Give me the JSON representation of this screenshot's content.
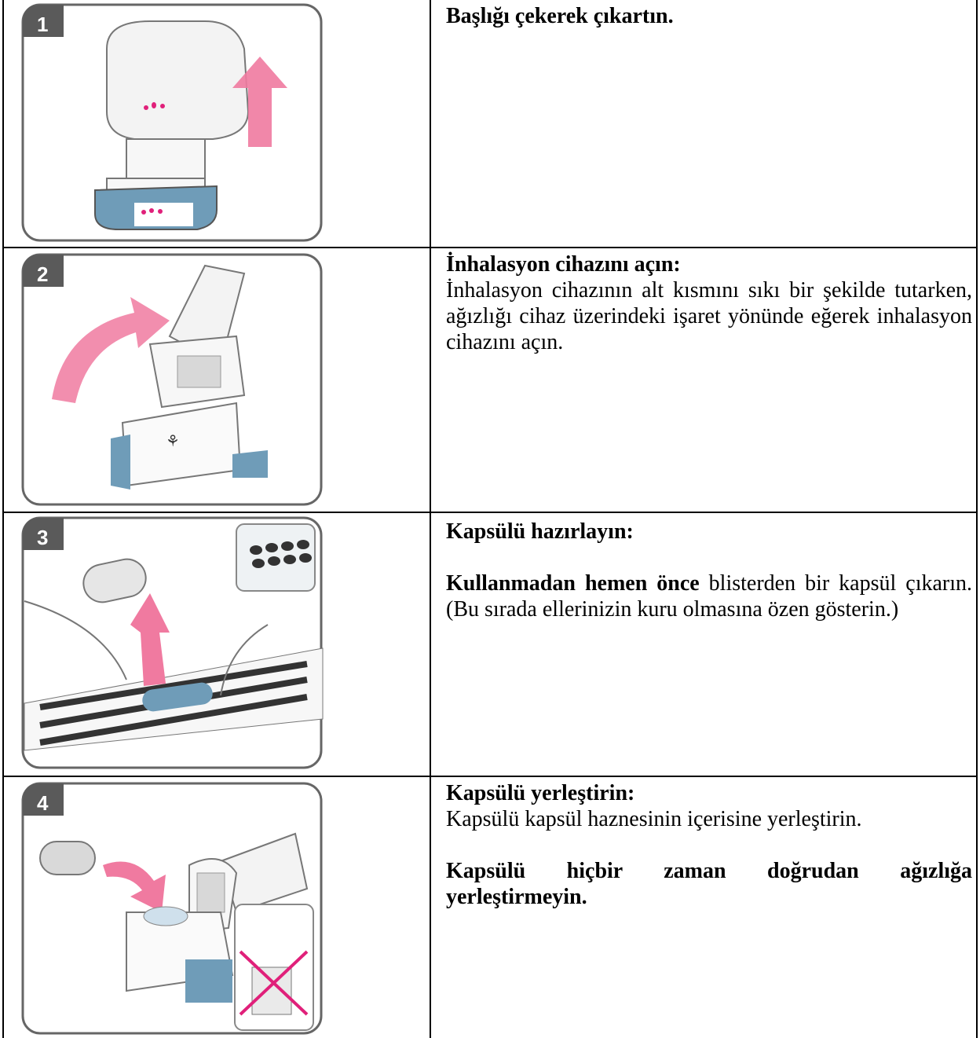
{
  "steps": [
    {
      "number": "1",
      "title": "Başlığı çekerek çıkartın.",
      "paragraphs": []
    },
    {
      "number": "2",
      "title": "İnhalasyon cihazını açın:",
      "paragraphs": [
        {
          "bold": "",
          "text": "İnhalasyon cihazının alt kısmını sıkı bir şekilde tutarken, ağızlığı cihaz üzerindeki işaret yönünde eğerek inhalasyon cihazını açın."
        }
      ]
    },
    {
      "number": "3",
      "title": "Kapsülü hazırlayın:",
      "paragraphs": [
        {
          "bold": "Kullanmadan hemen önce",
          "text": " blisterden bir kapsül çıkarın.(Bu sırada ellerinizin kuru olmasına özen gösterin.)"
        }
      ]
    },
    {
      "number": "4",
      "title": "Kapsülü yerleştirin:",
      "paragraphs": [
        {
          "bold": "",
          "text": "Kapsülü kapsül haznesinin içerisine yerleştirin."
        },
        {
          "bold": "Kapsülü hiçbir zaman doğrudan ağızlığa yerleştirmeyin.",
          "text": ""
        }
      ]
    }
  ],
  "colors": {
    "arrow": "#f07aa0",
    "badge": "#5a5a5a",
    "base": "#6f9cb8",
    "dots": "#e0207a"
  }
}
